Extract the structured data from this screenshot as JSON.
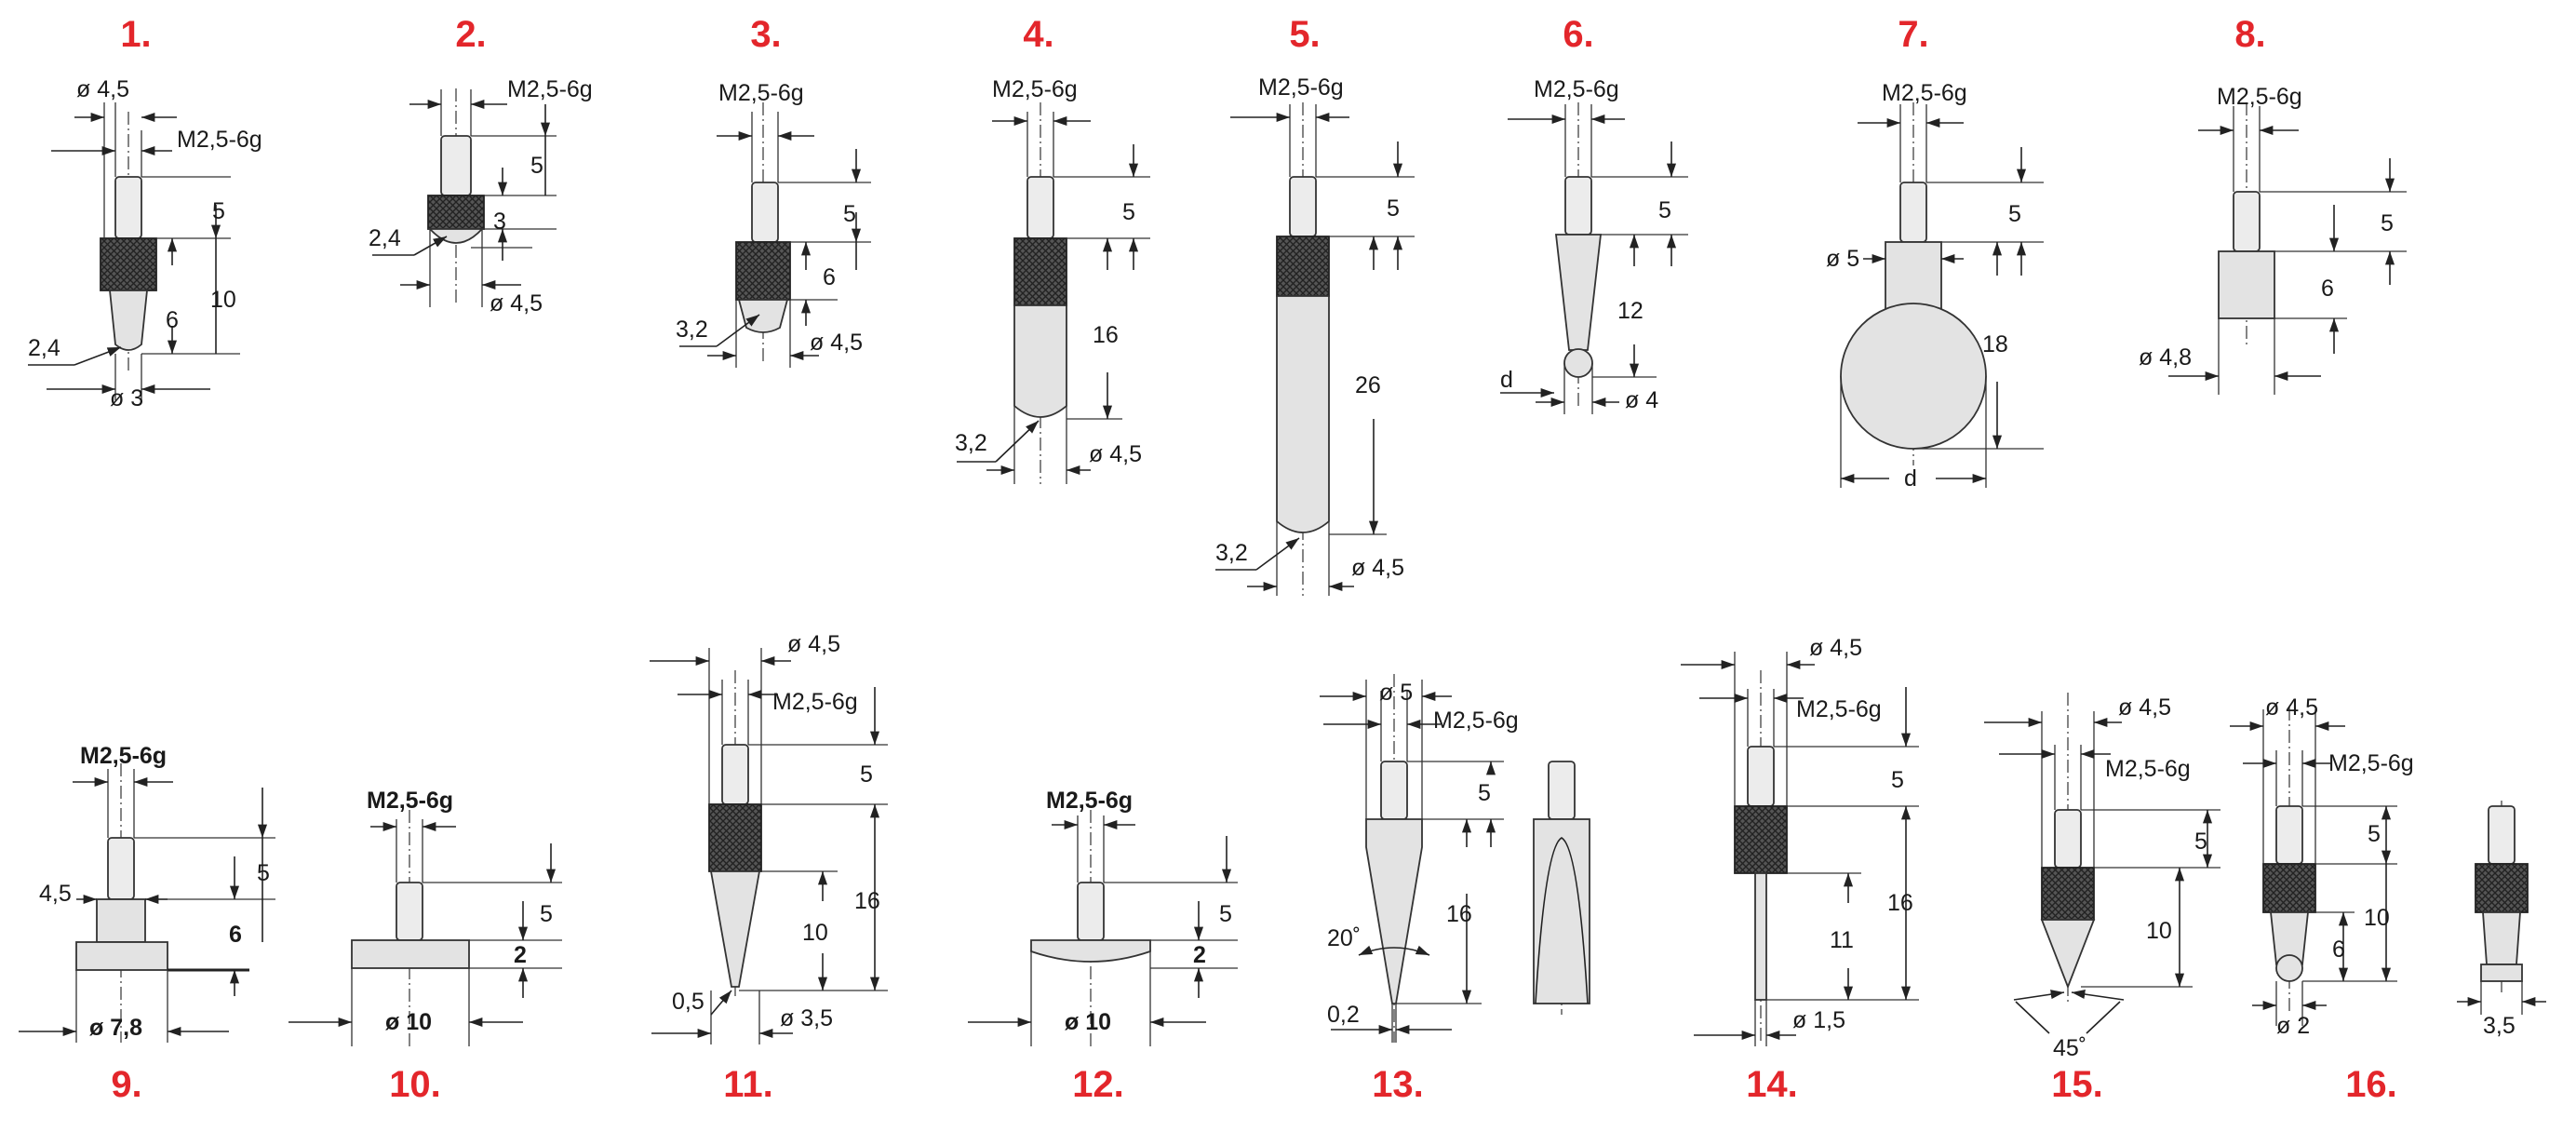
{
  "probes": [
    {
      "number": "1.",
      "labels": [
        "ø 4,5",
        "M2,5-6g",
        "5",
        "10",
        "6",
        "2,4",
        "ø 3"
      ]
    },
    {
      "number": "2.",
      "labels": [
        "M2,5-6g",
        "5",
        "3",
        "2,4",
        "ø 4,5"
      ]
    },
    {
      "number": "3.",
      "labels": [
        "M2,5-6g",
        "5",
        "6",
        "3,2",
        "ø 4,5"
      ]
    },
    {
      "number": "4.",
      "labels": [
        "M2,5-6g",
        "5",
        "16",
        "3,2",
        "ø 4,5"
      ]
    },
    {
      "number": "5.",
      "labels": [
        "M2,5-6g",
        "5",
        "26",
        "3,2",
        "ø 4,5"
      ]
    },
    {
      "number": "6.",
      "labels": [
        "M2,5-6g",
        "5",
        "12",
        "d",
        "ø 4"
      ]
    },
    {
      "number": "7.",
      "labels": [
        "M2,5-6g",
        "ø 5",
        "5",
        "18",
        "d"
      ]
    },
    {
      "number": "8.",
      "labels": [
        "M2,5-6g",
        "5",
        "6",
        "ø 4,8"
      ]
    },
    {
      "number": "9.",
      "labels": [
        "M2,5-6g",
        "4,5",
        "5",
        "6",
        "ø 7,8"
      ]
    },
    {
      "number": "10.",
      "labels": [
        "M2,5-6g",
        "5",
        "2",
        "ø 10"
      ]
    },
    {
      "number": "11.",
      "labels": [
        "ø 4,5",
        "M2,5-6g",
        "5",
        "16",
        "10",
        "0,5",
        "ø 3,5"
      ]
    },
    {
      "number": "12.",
      "labels": [
        "M2,5-6g",
        "5",
        "2",
        "ø 10"
      ]
    },
    {
      "number": "13.",
      "labels": [
        "ø 5",
        "M2,5-6g",
        "5",
        "16",
        "20˚",
        "0,2"
      ]
    },
    {
      "number": "14.",
      "labels": [
        "ø 4,5",
        "M2,5-6g",
        "5",
        "16",
        "11",
        "ø 1,5"
      ]
    },
    {
      "number": "15.",
      "labels": [
        "ø 4,5",
        "M2,5-6g",
        "5",
        "10",
        "45˚"
      ]
    },
    {
      "number": "16.",
      "labels": [
        "ø 4,5",
        "M2,5-6g",
        "5",
        "10",
        "6",
        "ø 2",
        "3,5"
      ]
    }
  ]
}
